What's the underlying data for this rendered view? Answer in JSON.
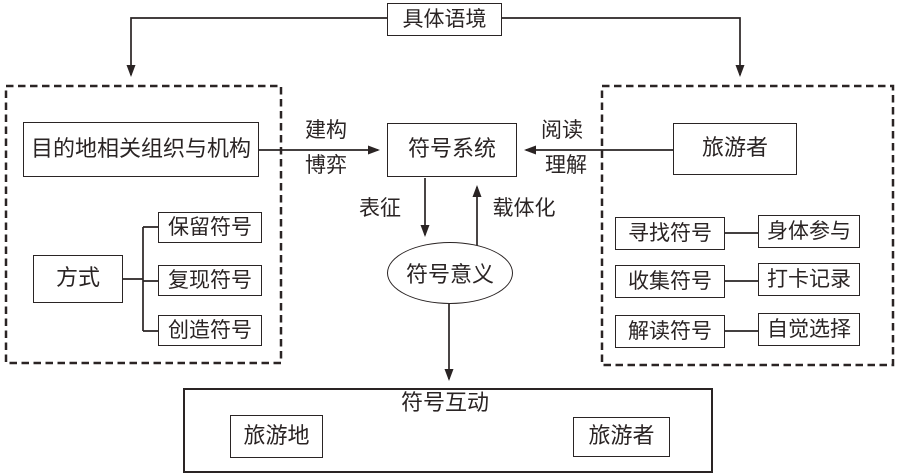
{
  "diagram": {
    "title_context": "具体语境",
    "center": {
      "symbol_system": "符号系统",
      "symbol_meaning": "符号意义",
      "edge_labels": {
        "construct": "建构",
        "game": "博弈",
        "read": "阅读",
        "understand": "理解",
        "represent": "表征",
        "carrierize": "载体化"
      }
    },
    "left_panel": {
      "org_label": "目的地相关组织与机构",
      "method_label": "方式",
      "methods": [
        "保留符号",
        "复现符号",
        "创造符号"
      ]
    },
    "right_panel": {
      "tourist_label": "旅游者",
      "actions": [
        {
          "action": "寻找符号",
          "result": "身体参与"
        },
        {
          "action": "收集符号",
          "result": "打卡记录"
        },
        {
          "action": "解读符号",
          "result": "自觉选择"
        }
      ]
    },
    "bottom": {
      "interaction_label": "符号互动",
      "destination_label": "旅游地",
      "tourist_label": "旅游者"
    },
    "colors": {
      "line": "#2a2424",
      "background": "#ffffff"
    }
  }
}
